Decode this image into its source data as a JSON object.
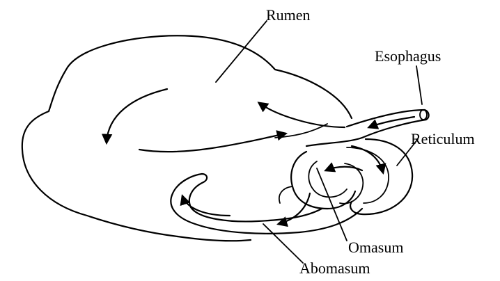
{
  "labels": {
    "rumen": "Rumen",
    "esophagus": "Esophagus",
    "reticulum": "Reticulum",
    "omasum": "Omasum",
    "abomasum": "Abomasum"
  },
  "colors": {
    "line": "#000000",
    "background": "#ffffff"
  }
}
